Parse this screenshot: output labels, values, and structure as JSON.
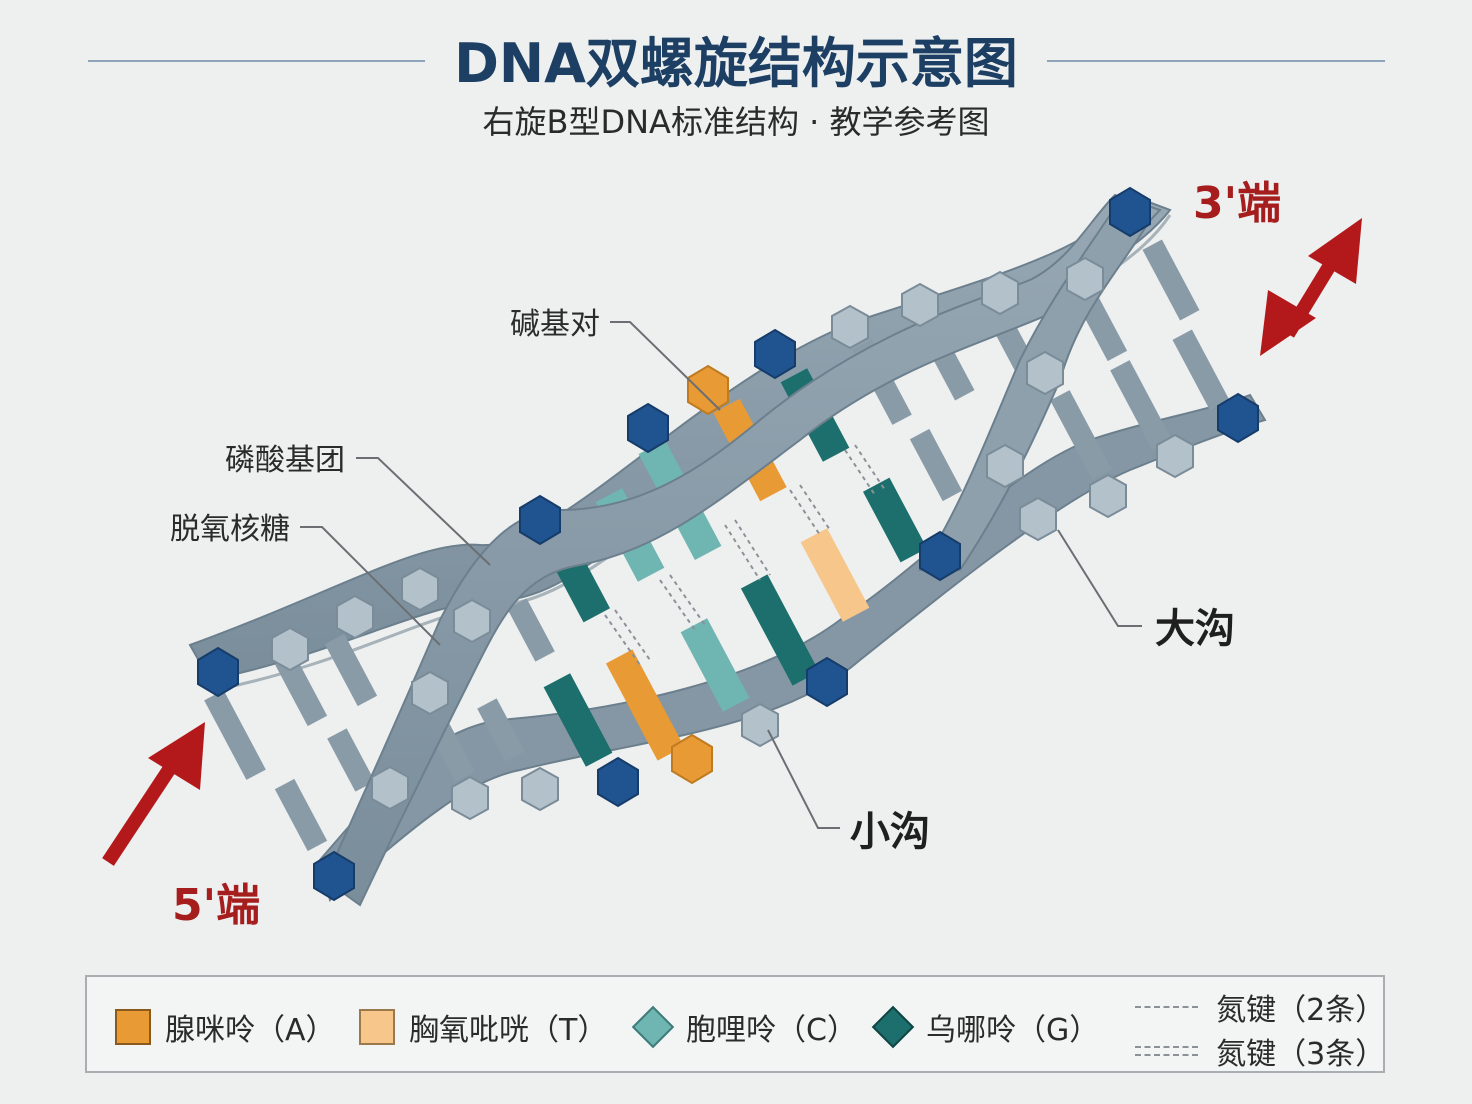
{
  "title": "DNA双螺旋结构示意图",
  "subtitle": "右旋B型DNA标准结构 · 教学参考图",
  "labels": {
    "base_pair": "碱基对",
    "phosphate": "磷酸基团",
    "deoxyribose": "脱氧核糖",
    "major_groove": "大沟",
    "minor_groove": "小沟",
    "end_3": "3'端",
    "end_5": "5'端"
  },
  "legend": {
    "adenine": "腺咪呤（A）",
    "thymine": "胸氧吡咣（T）",
    "cytosine": "胞哩呤（C）",
    "guanine": "乌哪呤（G）",
    "hbond2": "氮键（2条）",
    "hbond3": "氮键（3条）"
  },
  "colors": {
    "title": "#1d3f63",
    "adenine": "#e89a35",
    "thymine": "#f7c68a",
    "cytosine": "#6fb6b2",
    "guanine": "#1c6f6c",
    "backbone": "#8a9ba8",
    "backbone_dark": "#6e8190",
    "phosphate_dark": "#1f5491",
    "sugar": "#b3c1cb",
    "arrow": "#b3191b",
    "end_label": "#a51d1d"
  }
}
